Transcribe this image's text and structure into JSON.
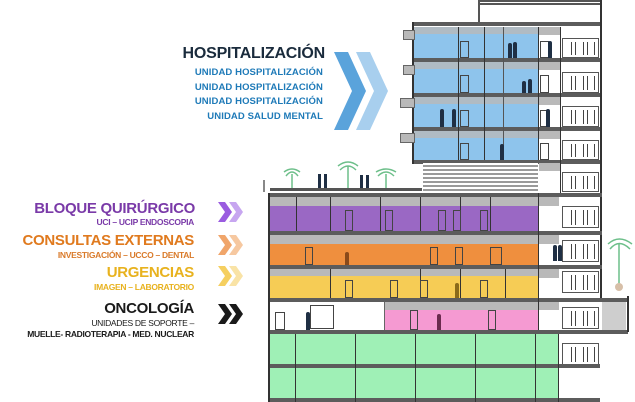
{
  "sections": {
    "hospitalizacion": {
      "title": "HOSPITALIZACIÓN",
      "items": [
        "UNIDAD HOSPITALIZACIÓN",
        "UNIDAD HOSPITALIZACIÓN",
        "UNIDAD HOSPITALIZACIÓN",
        "UNIDAD SALUD MENTAL"
      ],
      "color": "#1a2b3c",
      "sub_color": "#1e7ab8",
      "floor_color": "#8ec4ec",
      "chevron_colors": [
        "#5aa3db",
        "#a8cfee"
      ]
    },
    "bloque_quirurgico": {
      "title": "BLOQUE QUIRÚRGICO",
      "sub": "UCI – UCIP  ENDOSCOPIA",
      "color": "#7a3aa8",
      "floor_color": "#9a68c4",
      "chevron_colors": [
        "#9a5ce0",
        "#c7a6f0"
      ]
    },
    "consultas_externas": {
      "title": "CONSULTAS EXTERNAS",
      "sub": "INVESTIGACIÓN – UCCO – DENTAL",
      "color": "#e07a1e",
      "sub_color": "#d97a2a",
      "floor_color": "#ef8f3e",
      "chevron_colors": [
        "#f0a56a",
        "#f6c8a0"
      ]
    },
    "urgencias": {
      "title": "URGENCIAS",
      "sub": "IMAGEN – LABORATORIO",
      "color": "#e8b21e",
      "floor_color": "#f6cc55",
      "chevron_colors": [
        "#f5cf60",
        "#f9e3a6"
      ]
    },
    "oncologia": {
      "title": "ONCOLOGÍA",
      "sub1": "UNIDADES DE SOPORTE –",
      "sub2": "MUELLE- RADIOTERAPIA - MED. NUCLEAR",
      "color": "#1a1a1a",
      "floor_color": "#f59ad2",
      "chevron_colors": [
        "#1a1a1a",
        "#1a1a1a"
      ]
    },
    "basement": {
      "floor_color": "#9ff0b6"
    }
  }
}
